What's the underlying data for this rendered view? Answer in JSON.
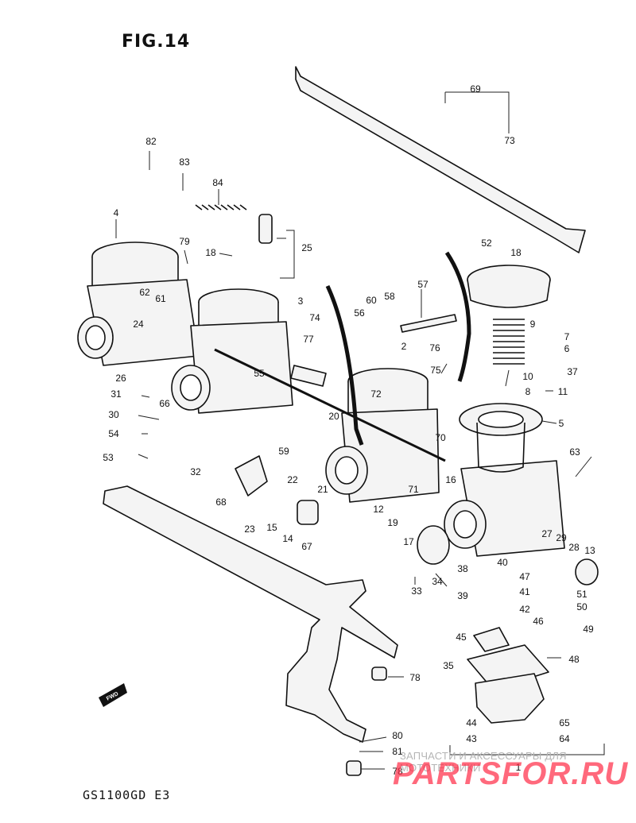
{
  "figure": {
    "title": "FIG.14",
    "model_code": "GS1100GD E3"
  },
  "direction_marker": {
    "text": "FWD"
  },
  "watermark": {
    "caption": "ЗАПЧАСТИ И АКСЕССУАРЫ ДЛЯ МОТОТЕХНИКИ",
    "logo": "PARTSFOR.RU",
    "color": "#ff2a45"
  },
  "part_labels": [
    "82",
    "83",
    "84",
    "4",
    "79",
    "18",
    "25",
    "3",
    "62",
    "61",
    "24",
    "26",
    "31",
    "30",
    "54",
    "53",
    "66",
    "55",
    "32",
    "68",
    "23",
    "15",
    "14",
    "67",
    "59",
    "22",
    "21",
    "20",
    "72",
    "2",
    "77",
    "74",
    "56",
    "60",
    "58",
    "57",
    "76",
    "75",
    "70",
    "71",
    "12",
    "19",
    "16",
    "17",
    "34",
    "33",
    "38",
    "40",
    "39",
    "41",
    "42",
    "46",
    "47",
    "51",
    "50",
    "49",
    "27",
    "29",
    "28",
    "13",
    "63",
    "52",
    "18",
    "9",
    "7",
    "6",
    "37",
    "10",
    "8",
    "11",
    "5",
    "69",
    "73",
    "45",
    "35",
    "48",
    "44",
    "43",
    "65",
    "64",
    "78",
    "80",
    "81",
    "78",
    "1"
  ]
}
